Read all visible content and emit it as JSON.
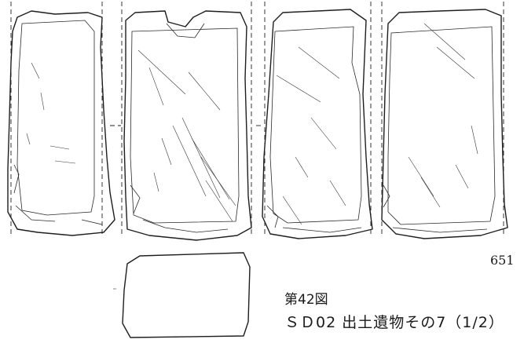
{
  "figure": {
    "item_number": "651",
    "figure_number": "第42図",
    "caption": "ＳＤ02 出土遺物その7（1/2）"
  },
  "artifact": {
    "views": [
      "view-1",
      "view-2",
      "view-3",
      "view-4"
    ],
    "extra_view": "cross-section"
  }
}
